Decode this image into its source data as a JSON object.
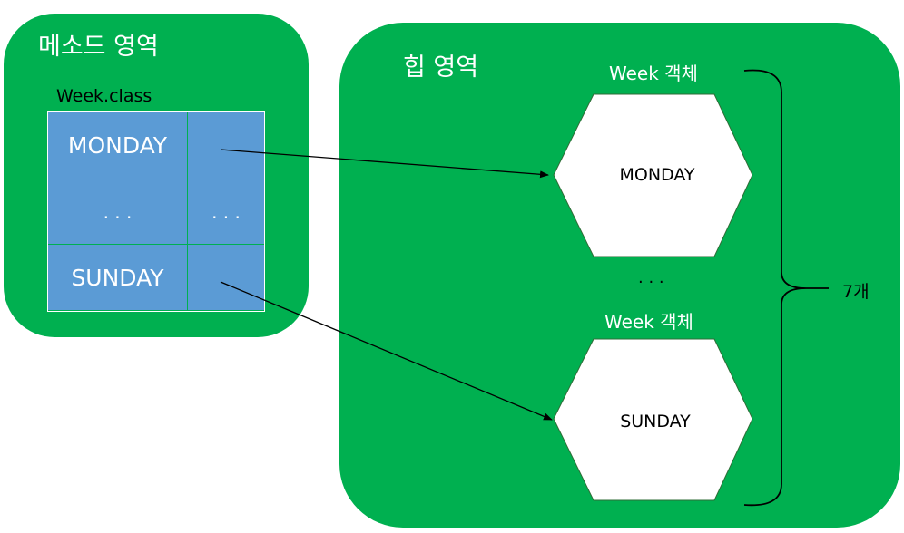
{
  "method_area": {
    "title": "메소드 영역",
    "class_name": "Week.class",
    "rows": [
      {
        "label": "MONDAY",
        "ref": ""
      },
      {
        "label": ". . .",
        "ref": ". . ."
      },
      {
        "label": "SUNDAY",
        "ref": ""
      }
    ]
  },
  "heap_area": {
    "title": "힙 영역",
    "objects": [
      {
        "label": "Week 객체",
        "value": "MONDAY"
      },
      {
        "label": "Week 객체",
        "value": "SUNDAY"
      }
    ],
    "ellipsis": ". . .",
    "count_label": "7개"
  },
  "colors": {
    "region": "#00b050",
    "cell": "#5b9bd5",
    "cell_border": "#ffffff",
    "hexagon": "#ffffff"
  }
}
